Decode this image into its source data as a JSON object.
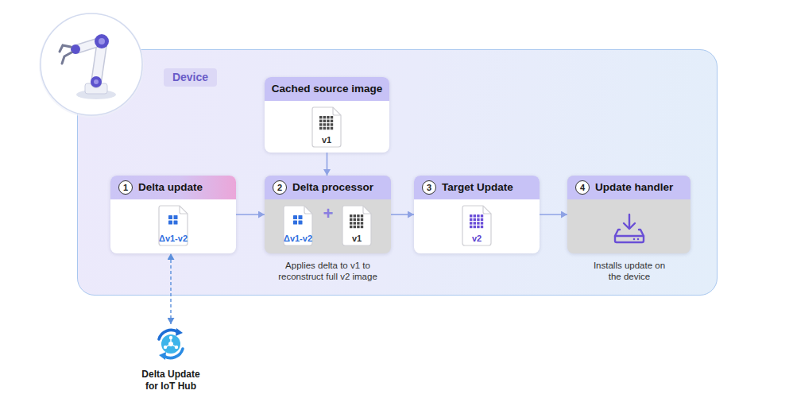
{
  "diagram": {
    "nodes": [
      {
        "text": [
          "Device"
        ]
      },
      {
        "text": [
          "Cached source image",
          "v1"
        ],
        "in": 0
      },
      {
        "text": [
          "1",
          "Delta update",
          "Δv1-v2"
        ],
        "in": 0
      },
      {
        "text": [
          "2",
          "Delta processor",
          "Δv1-v2",
          "+",
          "v1",
          "Applies delta to v1 to reconstruct full v2 image"
        ],
        "in": 0
      },
      {
        "text": [
          "3",
          "Target Update",
          "v2"
        ],
        "in": 0
      },
      {
        "text": [
          "4",
          "Update handler",
          "Installs update on the device"
        ],
        "in": 0
      },
      {
        "text": [
          "Delta Update for IoT Hub"
        ]
      }
    ],
    "edges": [
      {
        "from": 1,
        "to": 3,
        "arrow": "to"
      },
      {
        "from": 2,
        "to": 3,
        "arrow": "to"
      },
      {
        "from": 3,
        "to": 4,
        "arrow": "to"
      },
      {
        "from": 4,
        "to": 5,
        "arrow": "to"
      },
      {
        "from": 6,
        "to": 2,
        "arrow": "both"
      }
    ]
  }
}
